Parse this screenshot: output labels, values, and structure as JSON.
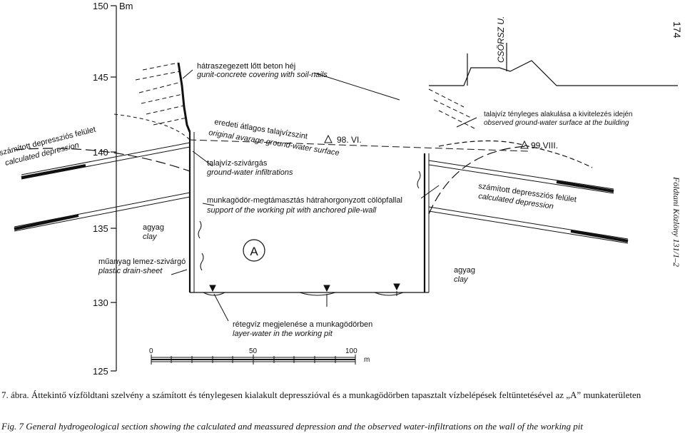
{
  "diagram": {
    "elevation_axis": {
      "unit": "Bm",
      "ticks": [
        "150",
        "145",
        "140",
        "135",
        "130",
        "125"
      ]
    },
    "labels": {
      "shotcrete_hu": "hátraszegezett lőtt beton héj",
      "shotcrete_en": "gunit-concrete covering with soil-nails",
      "calc_depr_left_hu": "számított depressziós felület",
      "calc_depr_left_en": "calculated depression",
      "orig_gw_hu": "eredeti átlagos talajvízszint",
      "orig_gw_en": "original avarage ground-water surface",
      "orig_gw_date": "98. VI.",
      "gw_infiltration_hu": "talajvíz-szivárgás",
      "gw_infiltration_en": "ground-water infiltrations",
      "support_hu": "munkagödör-megtámasztás hátrahorgonyzott cölöpfallal",
      "support_en": "support of the working pit with anchored pile-wall",
      "clay_left_hu": "agyag",
      "clay_left_en": "clay",
      "drain_hu": "műanyag lemez-szivárgó",
      "drain_en": "plastic drain-sheet",
      "area_marker": "A",
      "layer_water_hu": "rétegvíz megjelenése a munkagödörben",
      "layer_water_en": "layer-water in the working pit",
      "street": "CSÖRSZ U.",
      "observed_gw_hu": "talajvíz tényleges alakulása a kivitelezés idején",
      "observed_gw_en": "observed ground-water surface at the building",
      "observed_gw_date": "99.VIII.",
      "calc_depr_right_hu": "számított depressziós felület",
      "calc_depr_right_en": "calculated depression",
      "clay_right_hu": "agyag",
      "clay_right_en": "clay"
    },
    "scale_bar": {
      "ticks": [
        "0",
        "50",
        "100"
      ],
      "unit": "m"
    },
    "page_number": "174",
    "journal": "Földtani Közlöny 131/1–2"
  },
  "caption": {
    "hu": "7. ábra. Áttekintő vízföldtani szelvény a számított és ténylegesen kialakult depresszióval és a munkagödörben tapasztalt vízbelépések feltüntetésével az „A” munkaterületen",
    "en": "Fig. 7 General hydrogeological section showing the calculated and meassured depression and the observed water-infiltrations on the wall of the working pit"
  }
}
